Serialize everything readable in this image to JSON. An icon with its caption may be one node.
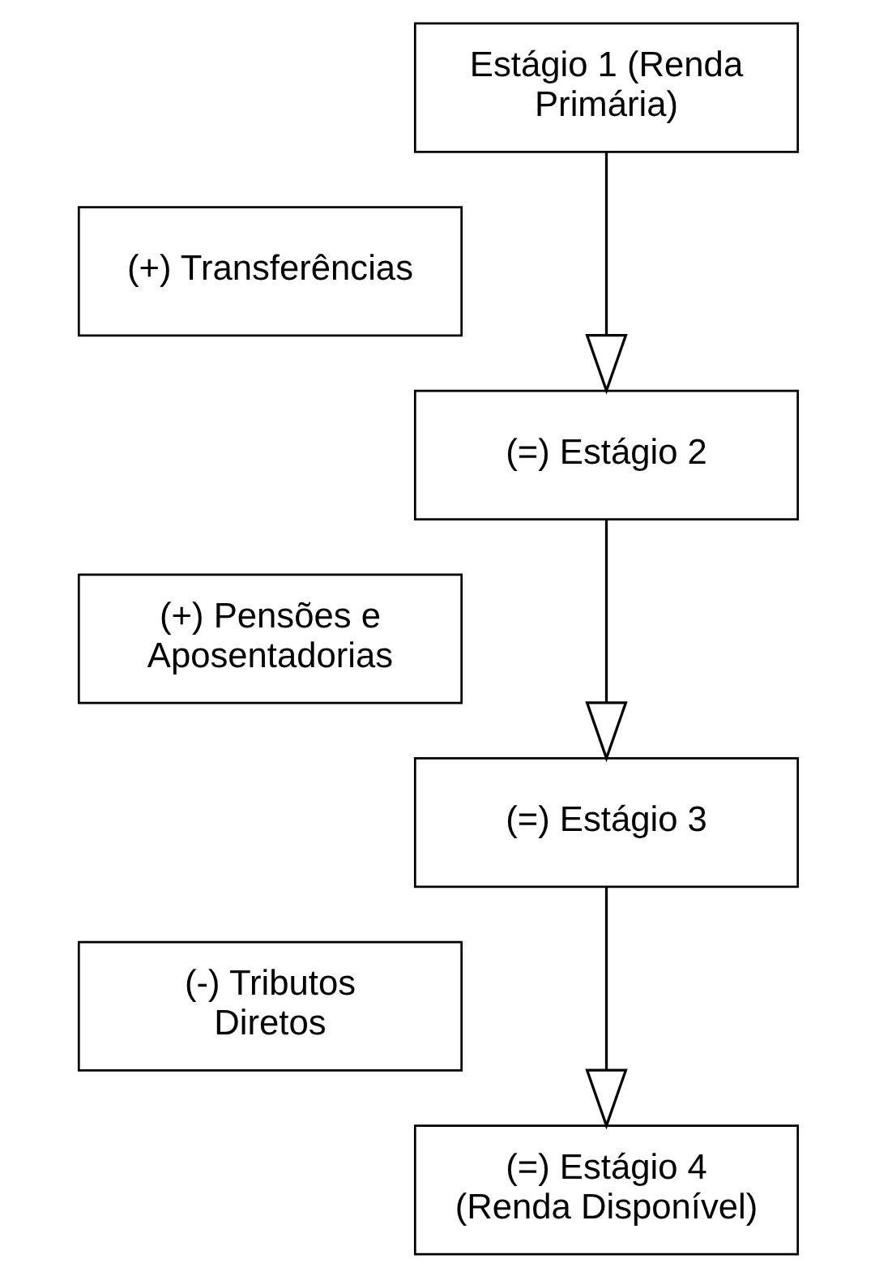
{
  "diagram": {
    "nodes": [
      {
        "text": [
          "Estágio 1 (Renda Primária)"
        ]
      },
      {
        "text": [
          "(+) Transferências"
        ]
      },
      {
        "text": [
          "(=) Estágio 2"
        ]
      },
      {
        "text": [
          "(+) Pensões e Aposentadorias"
        ]
      },
      {
        "text": [
          "(=) Estágio 3"
        ]
      },
      {
        "text": [
          "(-) Tributos Diretos"
        ]
      },
      {
        "text": [
          "(=) Estágio 4 (Renda Disponível)"
        ]
      }
    ],
    "edges": [
      {
        "from": 0,
        "to": 2,
        "arrow": "to"
      },
      {
        "from": 2,
        "to": 4,
        "arrow": "to"
      },
      {
        "from": 4,
        "to": 6,
        "arrow": "to"
      }
    ]
  }
}
